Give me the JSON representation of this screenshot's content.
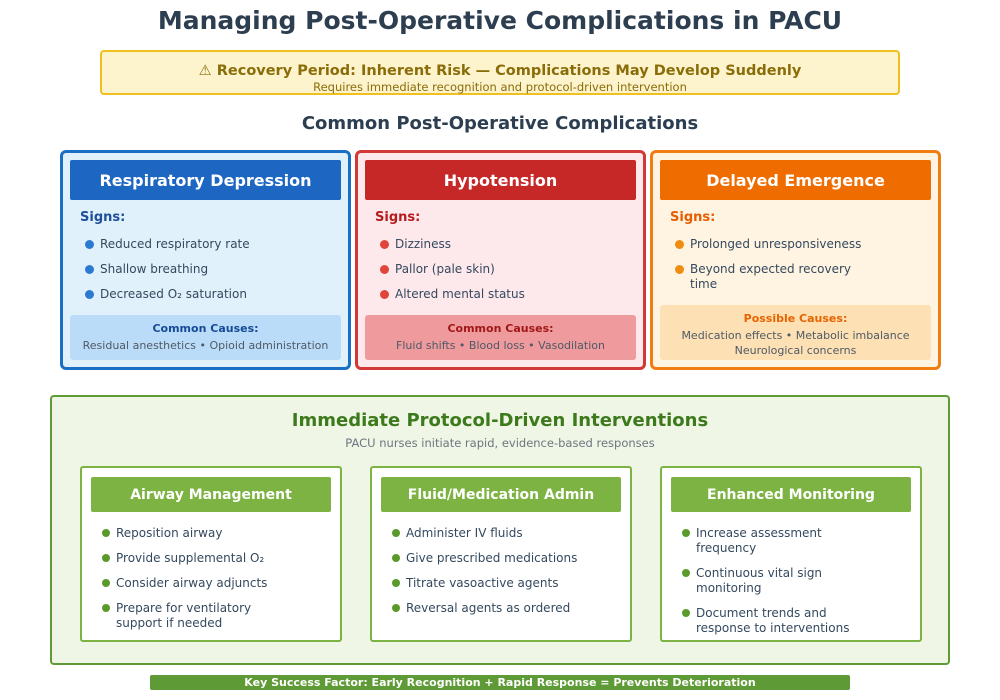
{
  "title": "Managing Post-Operative Complications in PACU",
  "alert": {
    "icon": "warning-icon",
    "title": "⚠ Recovery Period: Inherent Risk — Complications May Develop Suddenly",
    "subtitle": "Requires immediate recognition and protocol-driven intervention"
  },
  "section_title": "Common Post-Operative Complications",
  "complications": [
    {
      "name": "Respiratory Depression",
      "signs_label": "Signs:",
      "signs": [
        "Reduced respiratory rate",
        "Shallow breathing",
        "Decreased O₂ saturation"
      ],
      "causes_title": "Common Causes:",
      "causes_lines": [
        "Residual anesthetics • Opioid administration"
      ],
      "color": "#1d66c2"
    },
    {
      "name": "Hypotension",
      "signs_label": "Signs:",
      "signs": [
        "Dizziness",
        "Pallor (pale skin)",
        "Altered mental status"
      ],
      "causes_title": "Common Causes:",
      "causes_lines": [
        "Fluid shifts • Blood loss • Vasodilation"
      ],
      "color": "#c62828"
    },
    {
      "name": "Delayed Emergence",
      "signs_label": "Signs:",
      "signs": [
        "Prolonged unresponsiveness",
        "Beyond expected recovery time"
      ],
      "causes_title": "Possible Causes:",
      "causes_lines": [
        "Medication effects • Metabolic imbalance",
        "Neurological concerns"
      ],
      "color": "#ef6c00"
    }
  ],
  "interventions": {
    "title": "Immediate Protocol-Driven Interventions",
    "subtitle": "PACU nurses initiate rapid, evidence-based responses",
    "boxes": [
      {
        "name": "Airway Management",
        "items": [
          "Reposition airway",
          "Provide supplemental O₂",
          "Consider airway adjuncts",
          "Prepare for ventilatory support if needed"
        ]
      },
      {
        "name": "Fluid/Medication Admin",
        "items": [
          "Administer IV fluids",
          "Give prescribed medications",
          "Titrate vasoactive agents",
          "Reversal agents as ordered"
        ]
      },
      {
        "name": "Enhanced Monitoring",
        "items": [
          "Increase assessment frequency",
          "Continuous vital sign monitoring",
          "Document trends and response to interventions"
        ]
      }
    ],
    "color": "#7cb342"
  },
  "footer": "Key Success Factor: Early Recognition + Rapid Response = Prevents Deterioration"
}
